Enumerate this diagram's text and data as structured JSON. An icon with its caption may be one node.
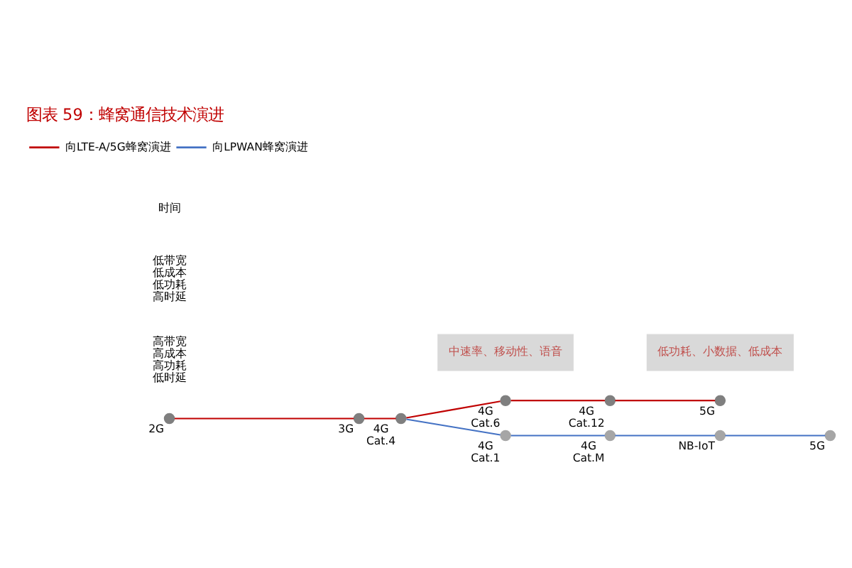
{
  "diagram": {
    "title": "图表 59：蜂窝通信技术演进",
    "nodes": [
      {
        "text": [],
        "shape": "circle",
        "beside": [
          "2G"
        ]
      },
      {
        "text": [],
        "shape": "circle",
        "beside": [
          "3G"
        ]
      },
      {
        "text": [],
        "shape": "circle",
        "beside": [
          "4G Cat.4"
        ]
      },
      {
        "text": [],
        "shape": "circle",
        "beside": [
          "4G Cat.6"
        ]
      },
      {
        "text": [],
        "shape": "circle",
        "beside": [
          "4G Cat.12"
        ]
      },
      {
        "text": [],
        "shape": "circle",
        "beside": [
          "5G"
        ]
      },
      {
        "text": [],
        "shape": "circle",
        "beside": [
          "4G Cat.1"
        ]
      },
      {
        "text": [
          "中速率、移动性、语音"
        ]
      },
      {
        "text": [],
        "shape": "circle",
        "beside": [
          "4G Cat.M"
        ]
      },
      {
        "text": [],
        "shape": "circle",
        "beside": [
          "NB-IoT"
        ]
      },
      {
        "text": [
          "低功耗、小数据、低成本"
        ]
      },
      {
        "text": [],
        "shape": "circle",
        "beside": [
          "5G"
        ]
      }
    ],
    "edges": [
      {
        "from": 0,
        "to": 1,
        "arrow": "none"
      },
      {
        "from": 1,
        "to": 2,
        "arrow": "none"
      },
      {
        "from": 2,
        "to": 3,
        "arrow": "none"
      },
      {
        "from": 3,
        "to": 4,
        "arrow": "none"
      },
      {
        "from": 4,
        "to": 5,
        "arrow": "none"
      },
      {
        "from": 2,
        "to": 6,
        "arrow": "none",
        "color": "#4472c4"
      },
      {
        "from": 6,
        "to": 8,
        "arrow": "none",
        "color": "#4472c4"
      },
      {
        "from": 8,
        "to": 9,
        "arrow": "none",
        "color": "#4472c4"
      },
      {
        "from": 9,
        "to": 11,
        "arrow": "none",
        "color": "#4472c4"
      }
    ],
    "labels": [
      "高带宽高成本高功耗低时延",
      "低带宽低成本低功耗高时延",
      "时间"
    ],
    "legend": [
      {
        "text": "向LTE-A/5G蜂窝演进"
      },
      {
        "text": "向LPWAN蜂窝演进"
      }
    ]
  }
}
